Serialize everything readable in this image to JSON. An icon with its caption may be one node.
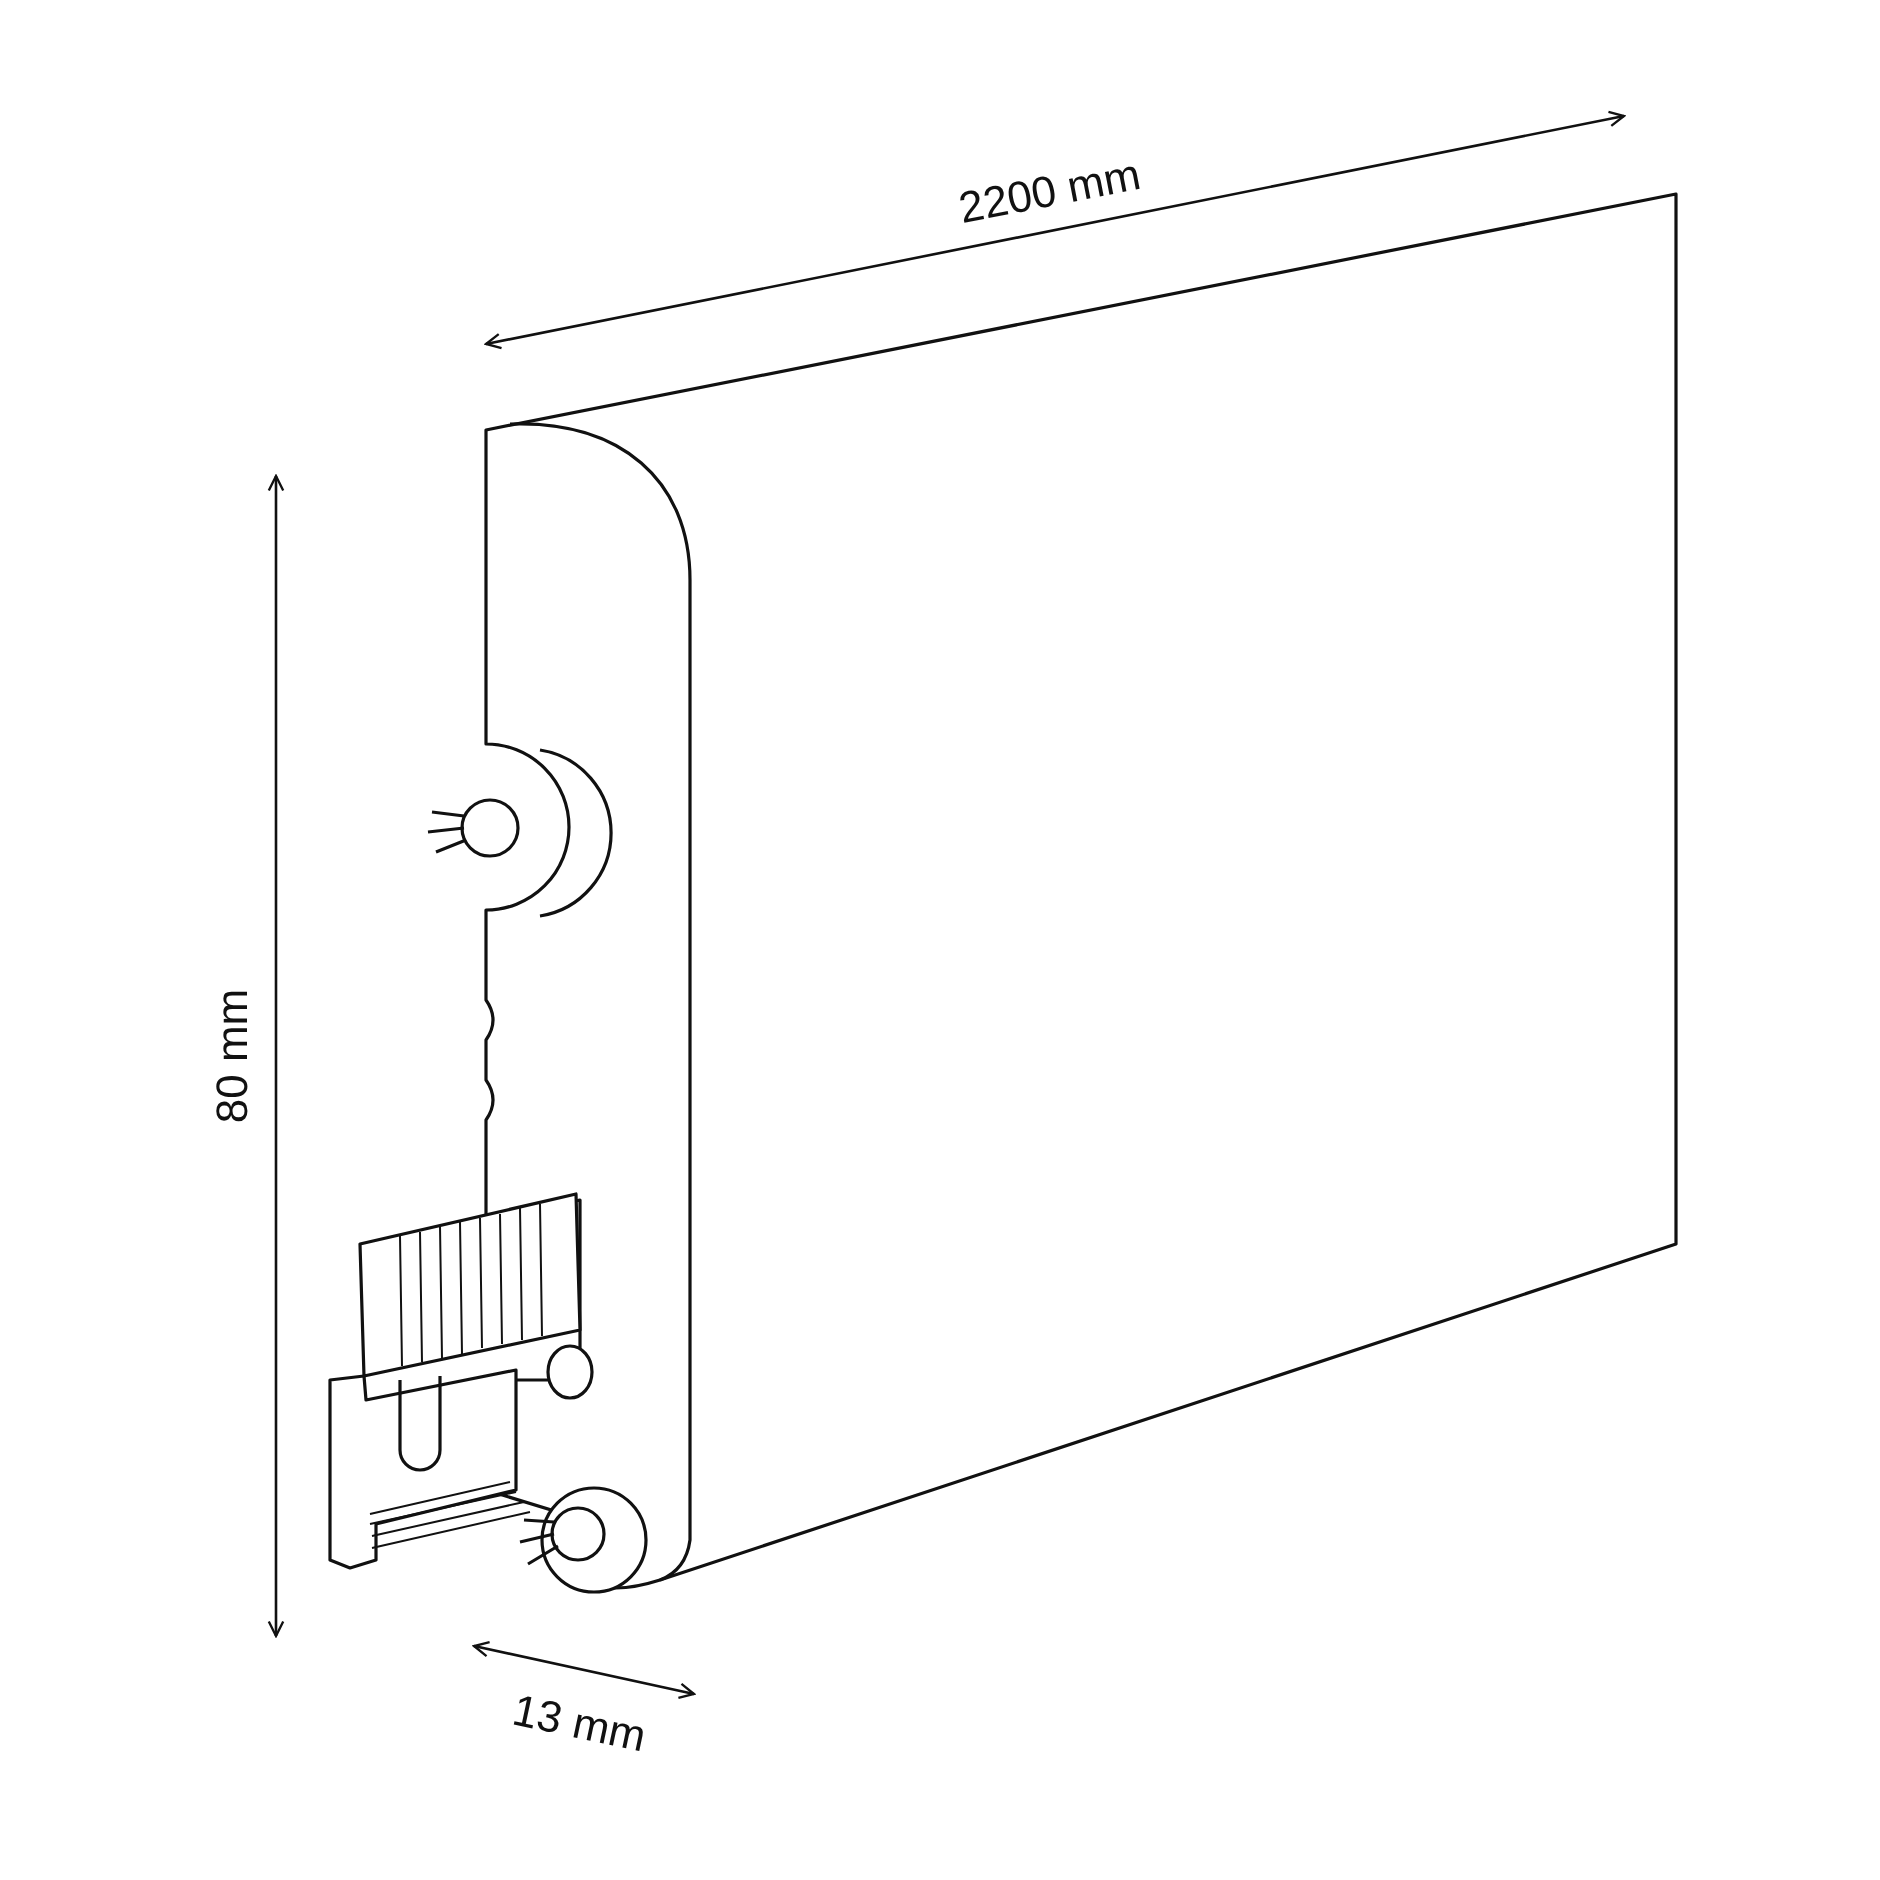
{
  "diagram": {
    "labels": [
      "2200 mm",
      "80 mm",
      "13 mm"
    ]
  }
}
